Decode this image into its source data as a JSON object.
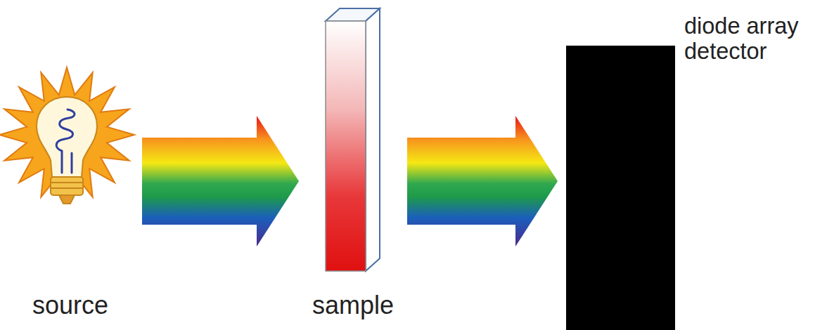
{
  "diagram": {
    "nodes": [
      {
        "text": [
          "source"
        ]
      },
      {
        "text": [
          "sample"
        ]
      },
      {
        "text": [
          "diode array detector"
        ]
      }
    ],
    "edges": [
      {
        "from": 0,
        "to": 1,
        "arrow": "to"
      },
      {
        "from": 1,
        "to": 2,
        "arrow": "to"
      }
    ]
  }
}
